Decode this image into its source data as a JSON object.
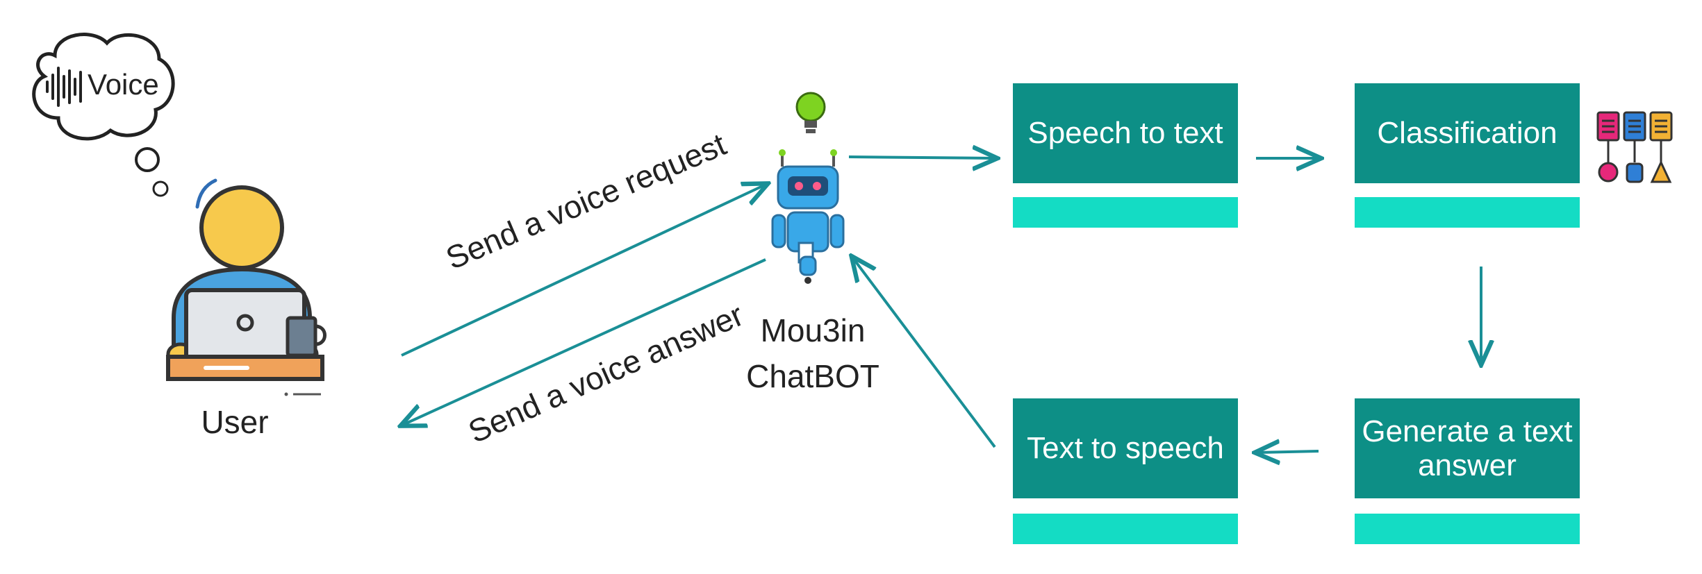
{
  "colors": {
    "box_fill": "#0d8f86",
    "box_bar": "#14dcc4",
    "arrow": "#1a8f96",
    "text_on_box": "#ffffff",
    "text": "#222222"
  },
  "user": {
    "thought_bubble_text": "Voice",
    "label": "User",
    "icons": [
      "thought-bubble-icon",
      "user-avatar-icon",
      "laptop-icon",
      "coffee-mug-icon"
    ]
  },
  "chatbot": {
    "label_line1": "Mou3in",
    "label_line2": "ChatBOT",
    "icons": [
      "lightbulb-icon",
      "robot-icon"
    ]
  },
  "arrows": {
    "send_request": "Send a voice request",
    "send_answer": "Send a voice answer"
  },
  "steps": {
    "speech_to_text": "Speech to text",
    "classification": "Classification",
    "generate_answer_line1": "Generate a text",
    "generate_answer_line2": "answer",
    "text_to_speech": "Text to speech"
  },
  "classification_icon": "hierarchy-chart-icon"
}
